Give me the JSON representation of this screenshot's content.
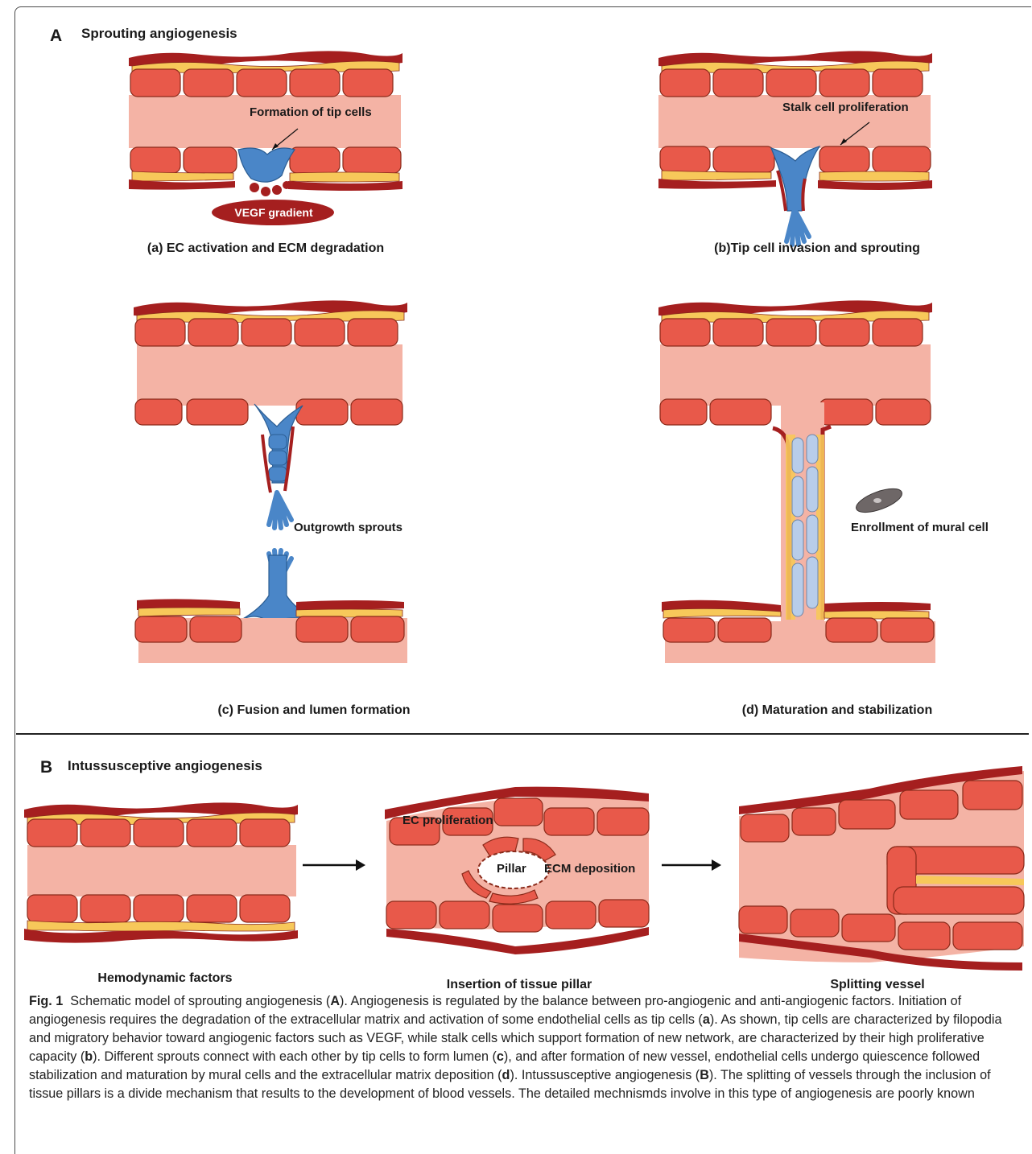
{
  "panel_A": {
    "letter": "A",
    "title": "Sprouting angiogenesis",
    "steps": {
      "a": {
        "caption": "(a) EC activation and ECM degradation",
        "labels": [
          "Formation of tip cells",
          "VEGF gradient"
        ]
      },
      "b": {
        "caption": "(b)Tip cell invasion and sprouting",
        "labels": [
          "Stalk cell proliferation"
        ]
      },
      "c": {
        "caption": "(c) Fusion and lumen formation",
        "labels": [
          "Outgrowth sprouts"
        ]
      },
      "d": {
        "caption": "(d) Maturation and stabilization",
        "labels": [
          "Enrollment of mural cell"
        ]
      }
    }
  },
  "panel_B": {
    "letter": "B",
    "title": "Intussusceptive angiogenesis",
    "steps": [
      {
        "caption": "Hemodynamic factors"
      },
      {
        "caption": "Insertion of tissue pillar",
        "labels": [
          "EC proliferation",
          "Pillar",
          "ECM deposition"
        ]
      },
      {
        "caption": "Splitting vessel"
      }
    ]
  },
  "caption": {
    "fig_label": "Fig. 1",
    "segments": [
      "Schematic model of sprouting angiogenesis (",
      "A",
      "). Angiogenesis is regulated by the balance between pro-angiogenic and anti-angiogenic factors. Initiation of angiogenesis requires the degradation of the extracellular matrix and activation of some endothelial cells as tip cells (",
      "a",
      "). As shown, tip cells are characterized by filopodia and migratory behavior toward angiogenic factors such as VEGF, while stalk cells which support formation of new network, are characterized by their high proliferative capacity (",
      "b",
      "). Different sprouts connect with each other by tip cells to form lumen (",
      "c",
      "), and after formation of new vessel, endothelial cells undergo quiescence followed stabilization and maturation by mural cells and the extracellular matrix deposition (",
      "d",
      "). Intussusceptive angiogenesis (",
      "B",
      "). The splitting of vessels through the inclusion of tissue pillars is a divide mechanism that results to the development of blood vessels. The detailed mechnismds involve in this type of angiogenesis are poorly known"
    ]
  },
  "colors": {
    "lumen": "#f4b3a5",
    "endothelial": "#e8594a",
    "basement": "#f7c85a",
    "outer_wall": "#a51f1f",
    "tip_cell": "#4a86c8",
    "stalk_cell_light": "#b8cdea",
    "mural_cell": "#6e6767"
  }
}
